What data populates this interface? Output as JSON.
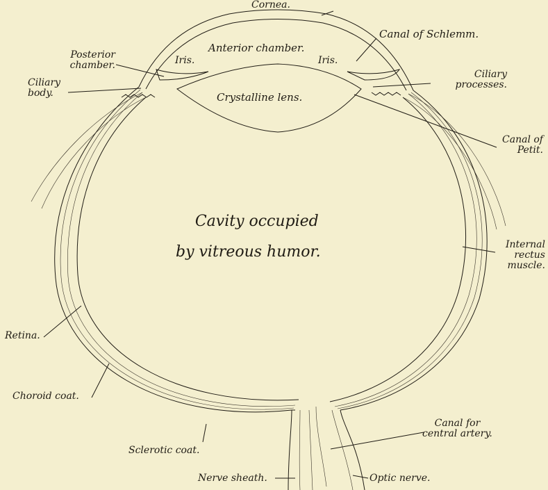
{
  "labels": {
    "cornea": "Cornea.",
    "anterior_chamber": "Anterior chamber.",
    "canal_of_schlemm": "Canal of Schlemm.",
    "posterior_chamber": [
      "Posterior",
      "chamber."
    ],
    "iris_left": "Iris.",
    "iris_right": "Iris.",
    "ciliary_body": [
      "Ciliary",
      "body."
    ],
    "crystalline_lens": "Crystalline lens.",
    "ciliary_processes": [
      "Ciliary",
      "processes."
    ],
    "canal_of_petit": [
      "Canal of",
      "Petit."
    ],
    "cavity": [
      "Cavity occupied",
      "by vitreous humor."
    ],
    "internal_rectus": [
      "Internal",
      "rectus",
      "muscle."
    ],
    "retina": "Retina.",
    "choroid_coat": "Choroid coat.",
    "sclerotic_coat": "Sclerotic coat.",
    "canal_for_central_artery": [
      "Canal for",
      "central artery."
    ],
    "nerve_sheath": "Nerve sheath.",
    "optic_nerve": "Optic nerve."
  },
  "colors": {
    "paper": "#f4efcf",
    "ink": "#1f1b14"
  }
}
